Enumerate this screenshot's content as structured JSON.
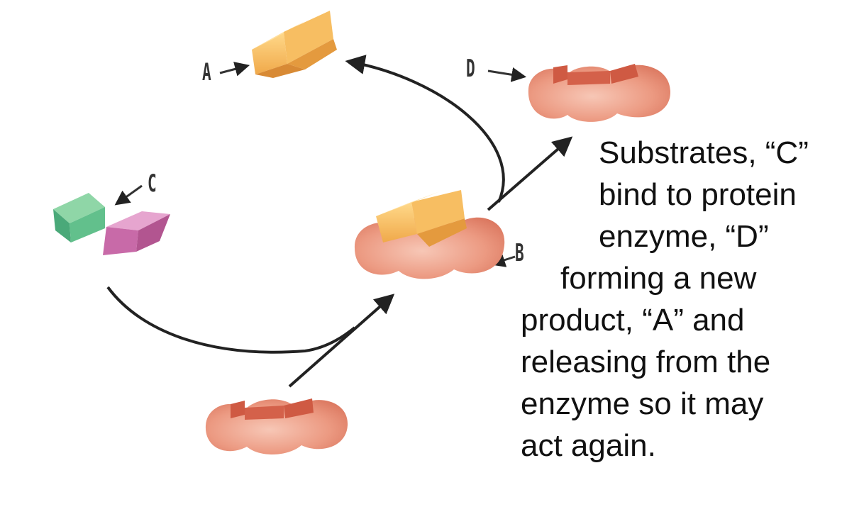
{
  "labels": {
    "a": "A",
    "b": "B",
    "c": "C",
    "d": "D"
  },
  "caption": {
    "lines": [
      "Substrates, “C”",
      "bind to protein",
      "enzyme, “D”",
      "forming a new",
      "product, “A” and",
      "releasing from the",
      "enzyme so it may",
      "act again."
    ]
  },
  "colors": {
    "enzyme": "#e98b72",
    "enzyme_dark": "#cf5a43",
    "product": "#f3b65a",
    "substrate_green": "#4fb27d",
    "substrate_pink": "#c86aa8",
    "arrow": "#222222"
  }
}
